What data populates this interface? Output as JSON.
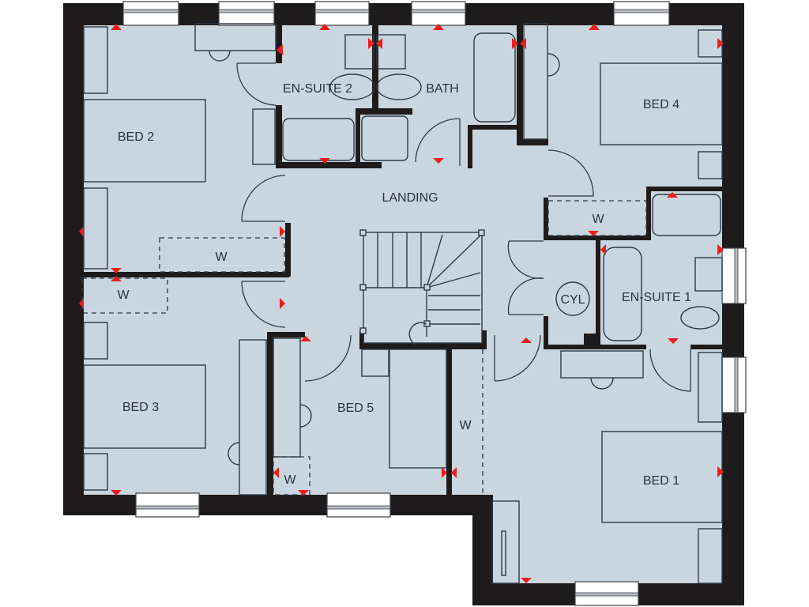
{
  "floor_plan": {
    "colors": {
      "floor": "#c9d6e0",
      "wall": "#1e1b1c",
      "outline": "#2e3a46",
      "marker": "#ee1c1c",
      "background": "#ffffff"
    },
    "rooms": [
      {
        "id": "bed2",
        "label": "BED 2"
      },
      {
        "id": "ensuite2",
        "label": "EN-SUITE 2"
      },
      {
        "id": "bath",
        "label": "BATH"
      },
      {
        "id": "bed4",
        "label": "BED 4"
      },
      {
        "id": "landing",
        "label": "LANDING"
      },
      {
        "id": "cyl",
        "label": "CYL"
      },
      {
        "id": "ensuite1",
        "label": "EN-SUITE 1"
      },
      {
        "id": "bed3",
        "label": "BED 3"
      },
      {
        "id": "bed5",
        "label": "BED 5"
      },
      {
        "id": "bed1",
        "label": "BED 1"
      }
    ],
    "wardrobes": [
      {
        "id": "w_bed2",
        "label": "W"
      },
      {
        "id": "w_bed3",
        "label": "W"
      },
      {
        "id": "w_bed4",
        "label": "W"
      },
      {
        "id": "w_bed5",
        "label": "W"
      },
      {
        "id": "w_bed1",
        "label": "W"
      }
    ]
  }
}
